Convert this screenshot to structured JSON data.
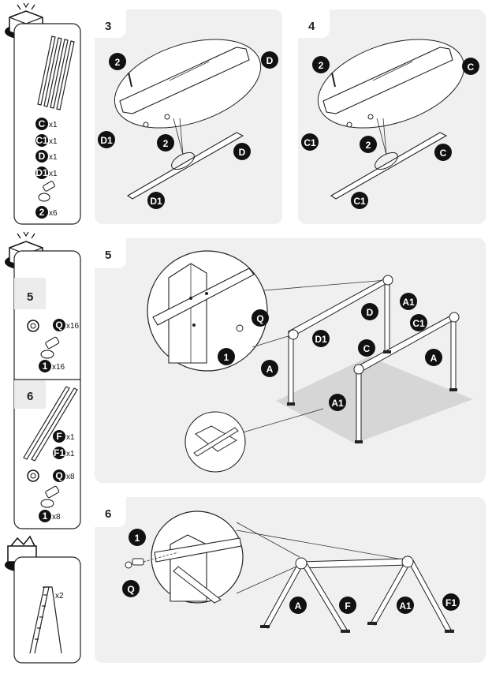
{
  "side_panel": {
    "box1": {
      "parts": [
        {
          "code": "C",
          "qty": "x1"
        },
        {
          "code": "C1",
          "qty": "x1"
        },
        {
          "code": "D",
          "qty": "x1"
        },
        {
          "code": "D1",
          "qty": "x1"
        },
        {
          "code": "2",
          "qty": "x6"
        }
      ]
    },
    "box2": {
      "step": "5",
      "parts": [
        {
          "code": "Q",
          "qty": "x16"
        },
        {
          "code": "1",
          "qty": "x16"
        }
      ]
    },
    "box3": {
      "step": "6",
      "parts": [
        {
          "code": "F",
          "qty": "x1"
        },
        {
          "code": "F1",
          "qty": "x1"
        },
        {
          "code": "Q",
          "qty": "x8"
        },
        {
          "code": "1",
          "qty": "x8"
        }
      ]
    },
    "box4": {
      "ladder_qty": "x2"
    }
  },
  "steps": {
    "s3": {
      "number": "3",
      "labels": [
        "2",
        "D",
        "D1",
        "2",
        "D",
        "D1"
      ]
    },
    "s4": {
      "number": "4",
      "labels": [
        "2",
        "C",
        "C1",
        "2",
        "C",
        "C1"
      ]
    },
    "s5": {
      "number": "5",
      "labels": [
        "Q",
        "1",
        "D1",
        "D",
        "A1",
        "C1",
        "C",
        "A",
        "A",
        "A1"
      ]
    },
    "s6": {
      "number": "6",
      "labels": [
        "1",
        "Q",
        "A",
        "F",
        "A1",
        "F1"
      ]
    }
  }
}
